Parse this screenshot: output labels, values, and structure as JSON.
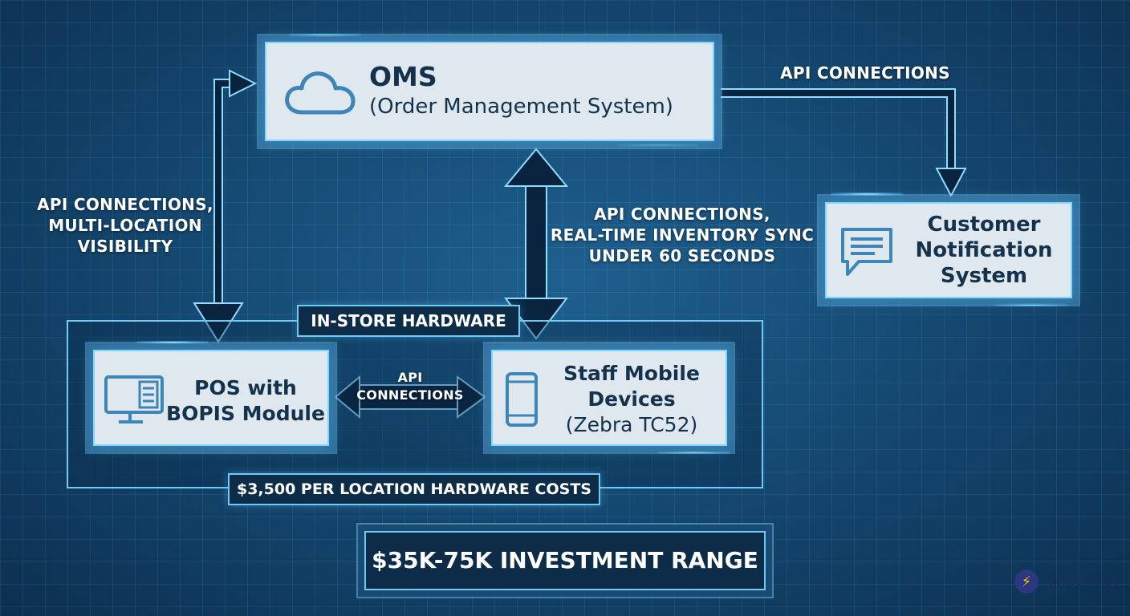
{
  "nodes": {
    "oms": {
      "title": "OMS",
      "subtitle": "(Order Management System)"
    },
    "notification": {
      "line1": "Customer",
      "line2": "Notification",
      "line3": "System"
    },
    "pos": {
      "line1": "POS with",
      "line2": "BOPIS Module"
    },
    "mobile": {
      "line1": "Staff Mobile",
      "line2": "Devices",
      "line3": "(Zebra TC52)"
    }
  },
  "edges": {
    "oms_to_notification": "API CONNECTIONS",
    "oms_pos": {
      "line1": "API CONNECTIONS,",
      "line2": "MULTI-LOCATION",
      "line3": "VISIBILITY"
    },
    "oms_mobile": {
      "line1": "API CONNECTIONS,",
      "line2": "REAL-TIME INVENTORY SYNC",
      "line3": "UNDER 60 SECONDS"
    },
    "pos_mobile": {
      "line1": "API",
      "line2": "CONNECTIONS"
    }
  },
  "group": {
    "title": "IN-STORE HARDWARE",
    "cost": "$3,500 PER LOCATION HARDWARE COSTS"
  },
  "investment": "$35K-75K INVESTMENT RANGE",
  "brand": "SkuNexus",
  "colors": {
    "background": "#154a73",
    "box": "#dfe8ee",
    "accent": "#7fd6ff",
    "icon": "#3f86b8"
  }
}
